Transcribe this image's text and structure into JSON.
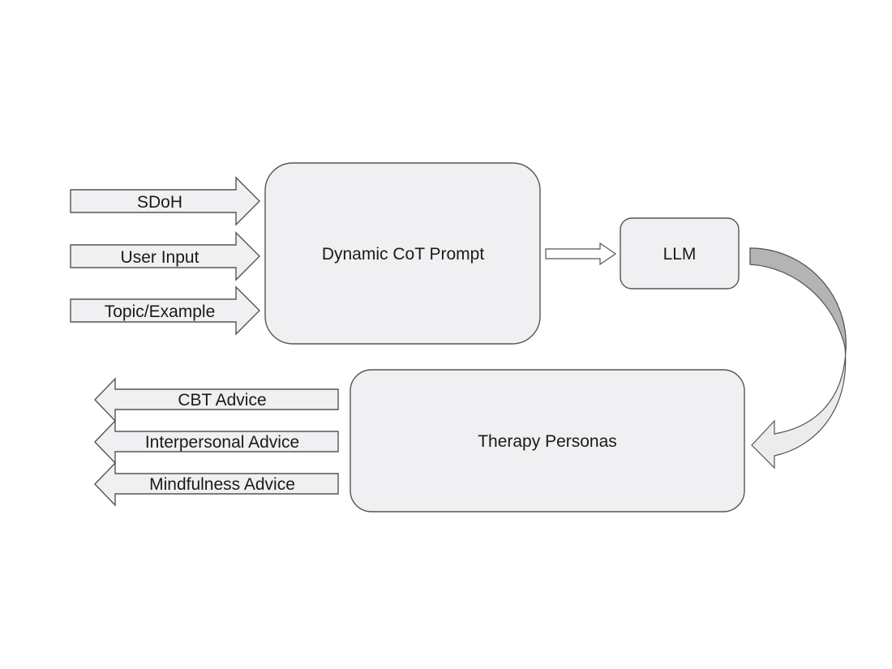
{
  "diagram": {
    "inputs": [
      {
        "label": "SDoH"
      },
      {
        "label": "User Input"
      },
      {
        "label": "Topic/Example"
      }
    ],
    "prompt_box": {
      "label": "Dynamic CoT Prompt"
    },
    "llm_box": {
      "label": "LLM"
    },
    "personas_box": {
      "label": "Therapy Personas"
    },
    "outputs": [
      {
        "label": "CBT Advice"
      },
      {
        "label": "Interpersonal Advice"
      },
      {
        "label": "Mindfulness Advice"
      }
    ],
    "colors": {
      "box_fill": "#f0f0f3",
      "stroke": "#555555",
      "curved_arrow_shade": "#b4b4b4",
      "text": "#1a1a1a"
    }
  }
}
